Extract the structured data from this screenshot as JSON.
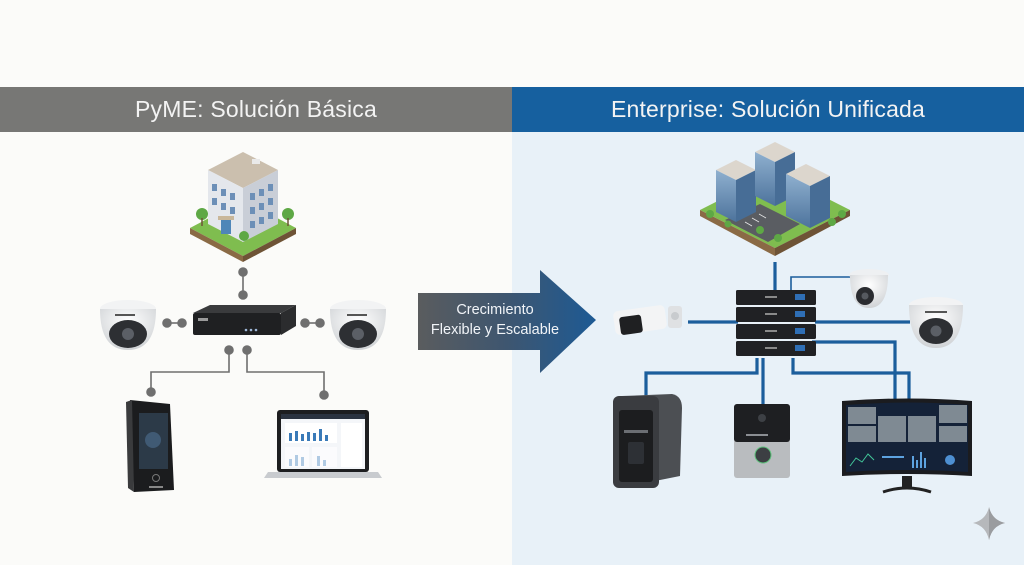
{
  "left_panel": {
    "title": "PyME: Solución Básica",
    "background": "#fbfbf9",
    "header_color": "#777775",
    "connector_color": "#6f6f6f",
    "devices": [
      {
        "name": "small-office-building",
        "icon": "building-icon"
      },
      {
        "name": "nvr-recorder",
        "icon": "nvr-icon"
      },
      {
        "name": "dome-camera-left",
        "icon": "dome-camera-icon"
      },
      {
        "name": "dome-camera-right",
        "icon": "dome-camera-icon"
      },
      {
        "name": "face-recognition-terminal",
        "icon": "access-terminal-icon"
      },
      {
        "name": "laptop-dashboard",
        "icon": "laptop-icon"
      }
    ]
  },
  "right_panel": {
    "title": "Enterprise: Solución Unificada",
    "background": "#e8f1f8",
    "header_color": "#16609f",
    "connector_color": "#1b5e9c",
    "devices": [
      {
        "name": "corporate-campus",
        "icon": "campus-icon"
      },
      {
        "name": "server-rack-stack",
        "icon": "server-rack-icon"
      },
      {
        "name": "bullet-camera",
        "icon": "bullet-camera-icon"
      },
      {
        "name": "turret-camera",
        "icon": "turret-camera-icon"
      },
      {
        "name": "dome-camera",
        "icon": "dome-camera-icon"
      },
      {
        "name": "outdoor-access-reader",
        "icon": "fingerprint-reader-icon"
      },
      {
        "name": "video-intercom",
        "icon": "intercom-icon"
      },
      {
        "name": "video-wall-monitor",
        "icon": "monitor-icon"
      }
    ]
  },
  "transition_arrow": {
    "line1": "Crecimiento",
    "line2": "Flexible y Escalable",
    "color_start": "#5a5c5e",
    "color_end": "#1d5a94"
  },
  "watermark": {
    "icon": "sparkle-icon"
  }
}
